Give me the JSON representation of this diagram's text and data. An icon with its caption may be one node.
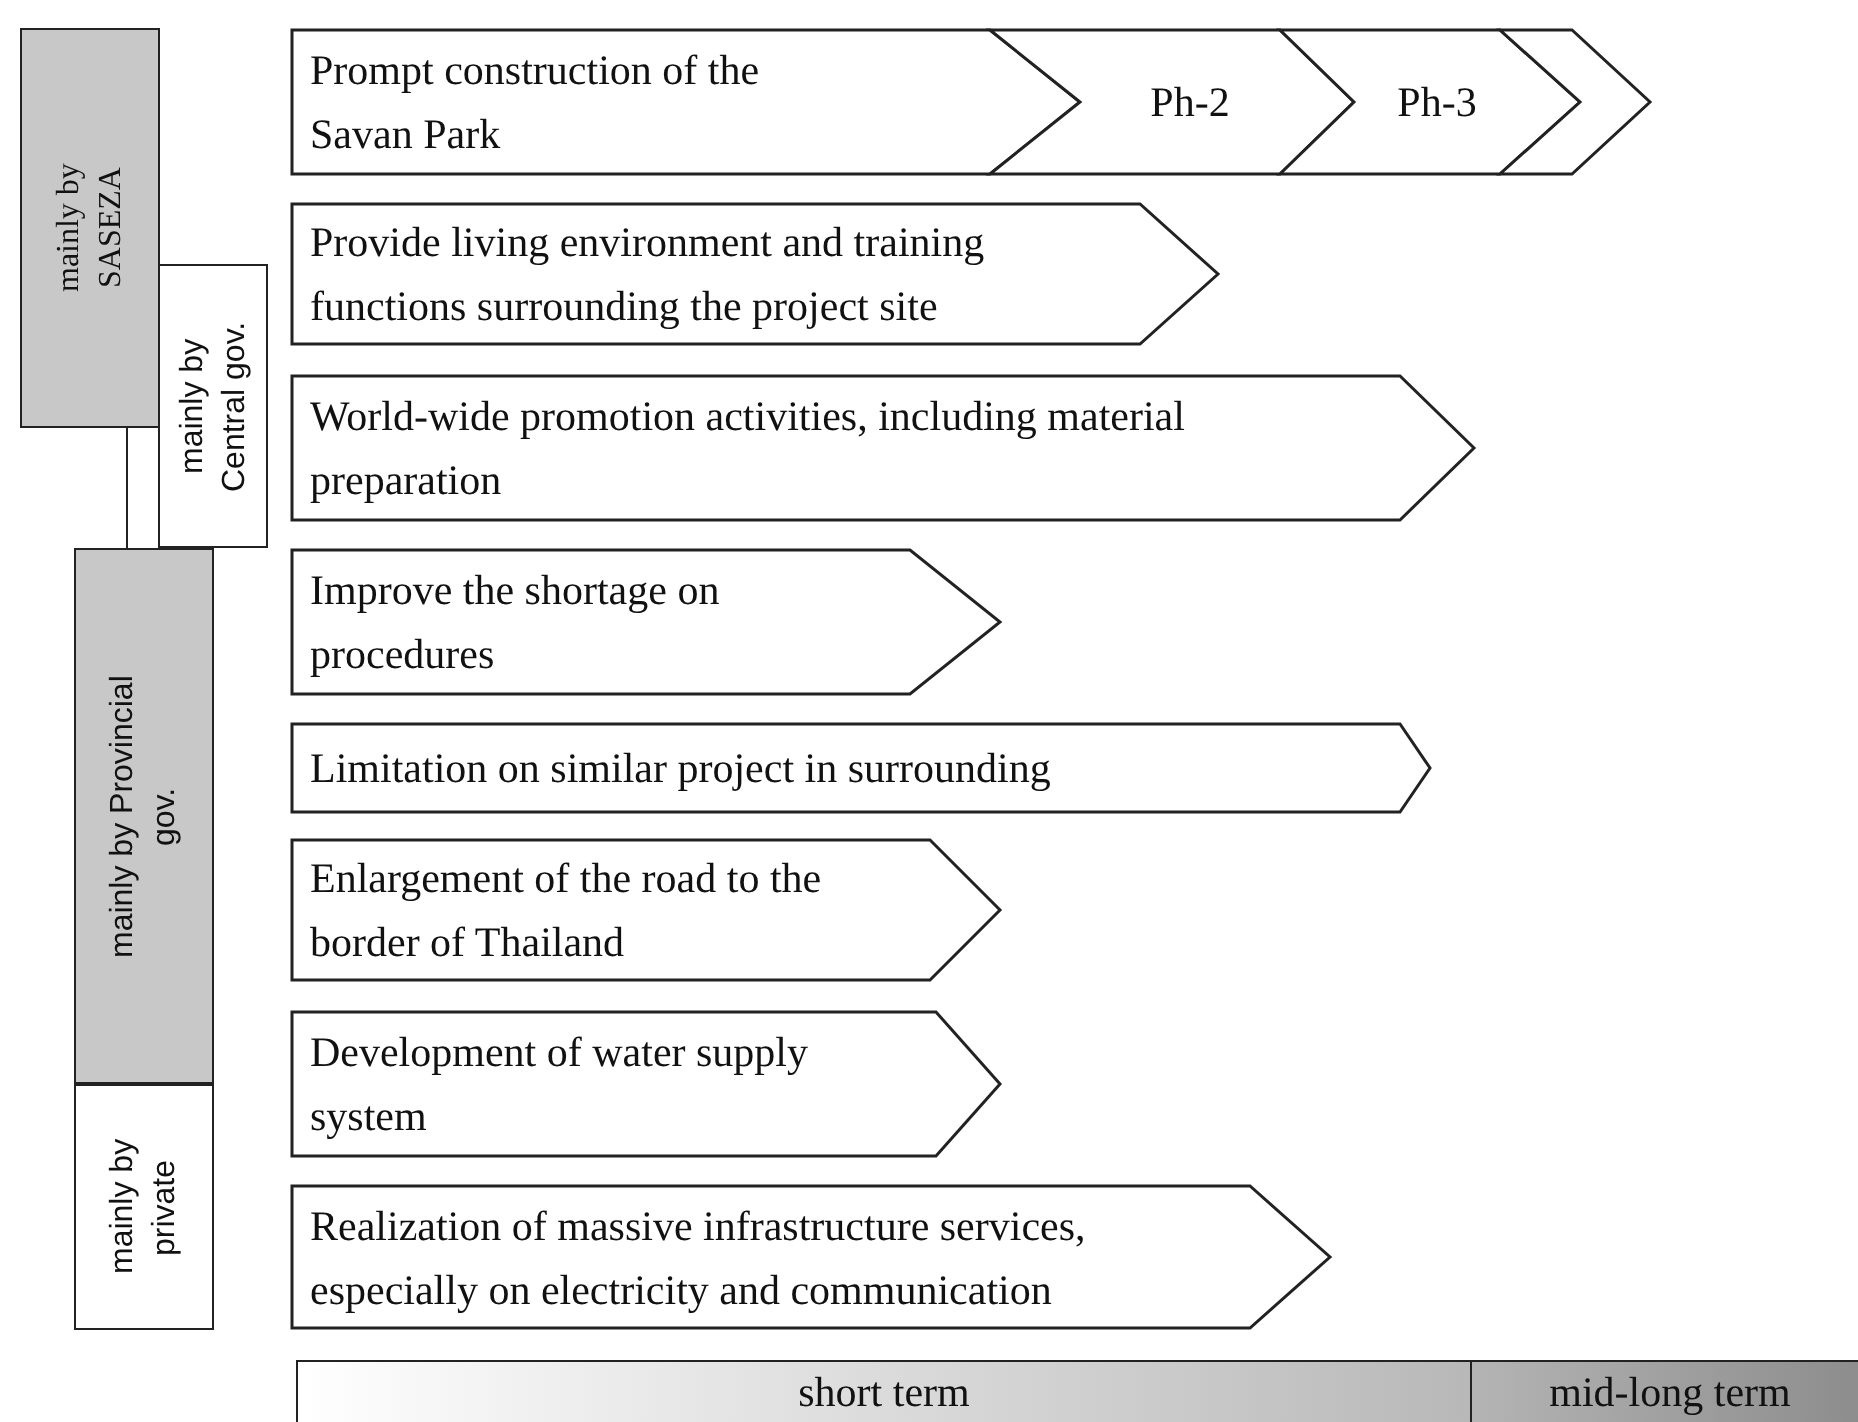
{
  "diagram": {
    "nodes": [
      {
        "text": [
          "mainly by SASEZA"
        ]
      },
      {
        "text": [
          "Prompt construction of the Savan Park"
        ]
      },
      {
        "text": [
          "Ph-2"
        ]
      },
      {
        "text": [
          "Ph-3"
        ]
      },
      {
        "text": [],
        "shape": "chevron"
      },
      {
        "text": [
          "mainly by Central gov."
        ]
      },
      {
        "text": [
          "Provide living environment and training functions surrounding the project site"
        ]
      },
      {
        "text": [
          "World-wide promotion activities, including material preparation"
        ]
      },
      {
        "text": [
          "mainly by Provincial gov."
        ]
      },
      {
        "text": [
          "Improve the shortage on procedures"
        ]
      },
      {
        "text": [
          "Limitation on similar project in surrounding"
        ]
      },
      {
        "text": [
          "Enlargement of the road to the border of Thailand"
        ]
      },
      {
        "text": [
          "Development of water supply system"
        ]
      },
      {
        "text": [
          "mainly by private"
        ]
      },
      {
        "text": [
          "Realization of massive infrastructure services, especially on electricity and communication"
        ]
      },
      {
        "text": [
          "short term"
        ]
      },
      {
        "text": [
          "mid-long term"
        ]
      }
    ]
  }
}
